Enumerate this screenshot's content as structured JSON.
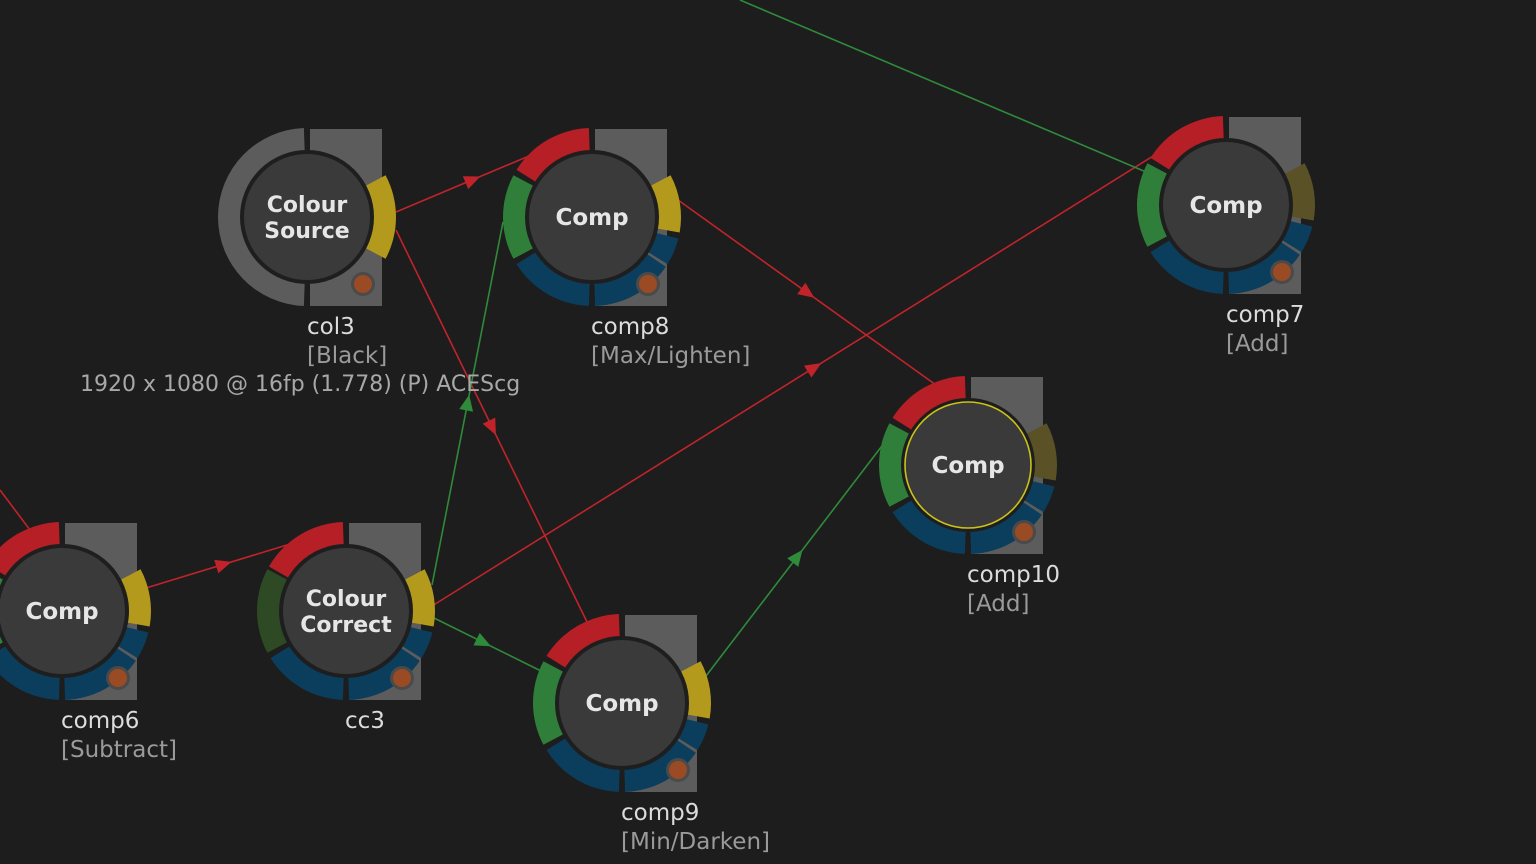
{
  "app": {
    "format_label": "1920 x 1080 @ 16fp (1.778) (P) ACEScg"
  },
  "colors": {
    "background": "#1d1d1d",
    "node_body": "#3a3a3a",
    "node_tab": "#5c5c5c",
    "red_input": "#b51f25",
    "green_input": "#2f7f3a",
    "blue_input": "#0b3d5c",
    "yellow_output": "#b39a1d",
    "selection": "#c9c21a",
    "mask_dot": "#9a4b24",
    "link_red": "#c0242a",
    "link_green": "#2f8a3a"
  },
  "nodes": {
    "col3": {
      "title_lines": [
        "Colour",
        "Source"
      ],
      "name": "col3",
      "op": "[Black]"
    },
    "comp8": {
      "title_lines": [
        "Comp"
      ],
      "name": "comp8",
      "op": "[Max/Lighten]"
    },
    "comp7": {
      "title_lines": [
        "Comp"
      ],
      "name": "comp7",
      "op": "[Add]"
    },
    "comp10": {
      "title_lines": [
        "Comp"
      ],
      "name": "comp10",
      "op": "[Add]",
      "selected": true
    },
    "comp6": {
      "title_lines": [
        "Comp"
      ],
      "name": "comp6",
      "op": "[Subtract]"
    },
    "cc3": {
      "title_lines": [
        "Colour",
        "Correct"
      ],
      "name": "cc3",
      "op": ""
    },
    "comp9": {
      "title_lines": [
        "Comp"
      ],
      "name": "comp9",
      "op": "[Min/Darken]"
    }
  }
}
